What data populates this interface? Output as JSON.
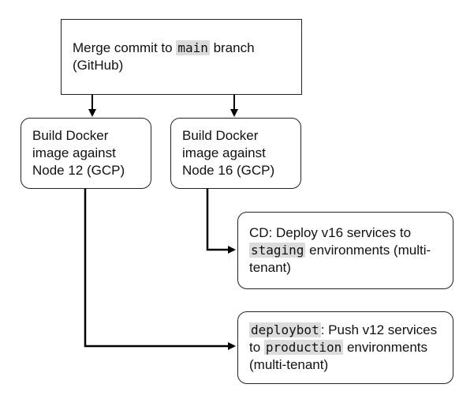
{
  "nodes": {
    "merge": {
      "text_before": "Merge commit to ",
      "code": "main",
      "text_after": " branch (GitHub)"
    },
    "build_node12": {
      "text": "Build Docker image against Node 12 (GCP)"
    },
    "build_node16": {
      "text": "Build Docker image against Node 16 (GCP)"
    },
    "cd_deploy": {
      "text_before": "CD: Deploy v16 services to ",
      "code": "staging",
      "text_after": " environments (multi-tenant)"
    },
    "deploybot": {
      "code1": "deploybot",
      "text_mid": ": Push v12 services to ",
      "code2": "production",
      "text_after": " environments (multi-tenant)"
    }
  },
  "edges": [
    {
      "from": "merge",
      "to": "build_node12"
    },
    {
      "from": "merge",
      "to": "build_node16"
    },
    {
      "from": "build_node16",
      "to": "cd_deploy"
    },
    {
      "from": "build_node12",
      "to": "deploybot"
    }
  ],
  "colors": {
    "stroke": "#000000",
    "code_bg": "#dcdcdc"
  }
}
